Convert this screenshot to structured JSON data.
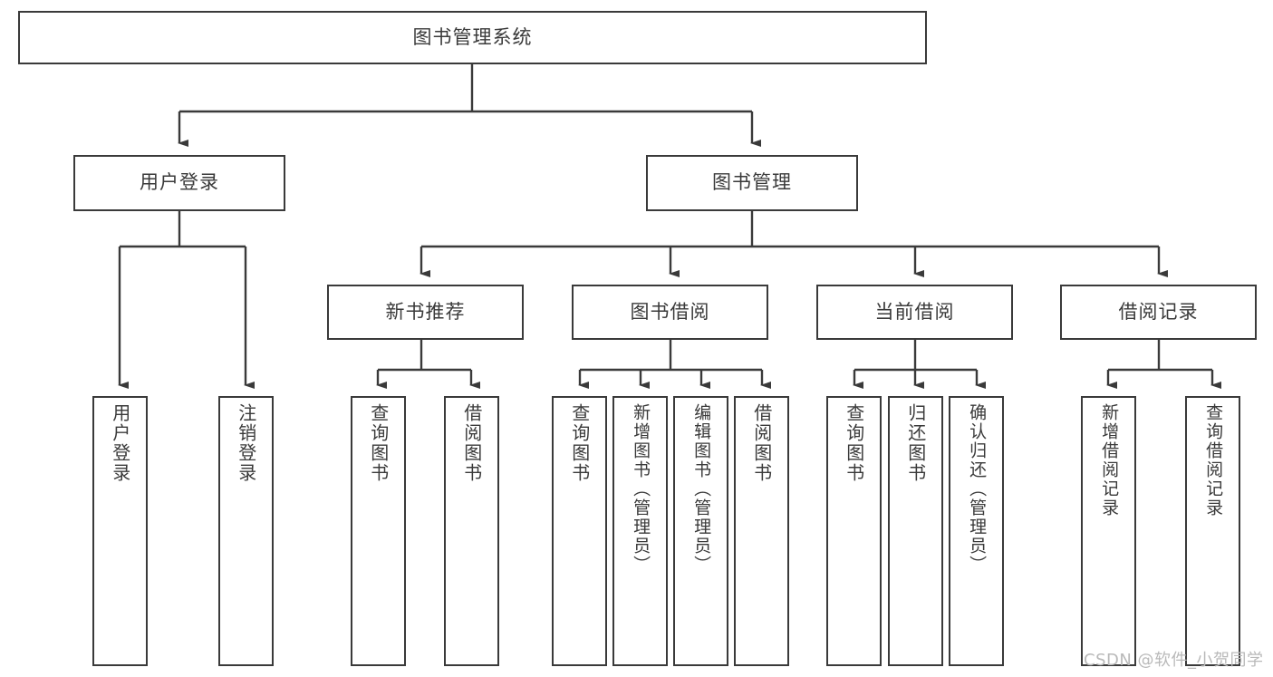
{
  "diagram": {
    "title": "图书管理系统",
    "type": "tree-structure-chart",
    "root": {
      "id": "root",
      "label": "图书管理系统"
    },
    "level2": [
      {
        "id": "user-login",
        "label": "用户登录"
      },
      {
        "id": "book-manage",
        "label": "图书管理"
      }
    ],
    "level3": [
      {
        "id": "new-book-recommend",
        "label": "新书推荐",
        "parent": "book-manage"
      },
      {
        "id": "book-borrow",
        "label": "图书借阅",
        "parent": "book-manage"
      },
      {
        "id": "current-borrow",
        "label": "当前借阅",
        "parent": "book-manage"
      },
      {
        "id": "borrow-record",
        "label": "借阅记录",
        "parent": "book-manage"
      }
    ],
    "leaves": {
      "user-login": [
        {
          "id": "leaf-user-login",
          "label": "用户登录"
        },
        {
          "id": "leaf-user-logout",
          "label": "注销登录"
        }
      ],
      "new-book-recommend": [
        {
          "id": "leaf-query-book-1",
          "label": "查询图书"
        },
        {
          "id": "leaf-borrow-book-1",
          "label": "借阅图书"
        }
      ],
      "book-borrow": [
        {
          "id": "leaf-query-book-2",
          "label": "查询图书"
        },
        {
          "id": "leaf-add-book",
          "label": "新增图书（管理员）"
        },
        {
          "id": "leaf-edit-book",
          "label": "编辑图书（管理员）"
        },
        {
          "id": "leaf-borrow-book-2",
          "label": "借阅图书"
        }
      ],
      "current-borrow": [
        {
          "id": "leaf-query-book-3",
          "label": "查询图书"
        },
        {
          "id": "leaf-return-book",
          "label": "归还图书"
        },
        {
          "id": "leaf-confirm-return",
          "label": "确认归还（管理员）"
        }
      ],
      "borrow-record": [
        {
          "id": "leaf-add-record",
          "label": "新增借阅记录"
        },
        {
          "id": "leaf-query-record",
          "label": "查询借阅记录"
        }
      ]
    },
    "colors": {
      "stroke": "#3a3a3a",
      "fill": "#ffffff",
      "text": "#3a3a3a",
      "watermark": "#b9b9b9"
    }
  },
  "watermark": {
    "text": "CSDN @软件_小贺同学"
  }
}
